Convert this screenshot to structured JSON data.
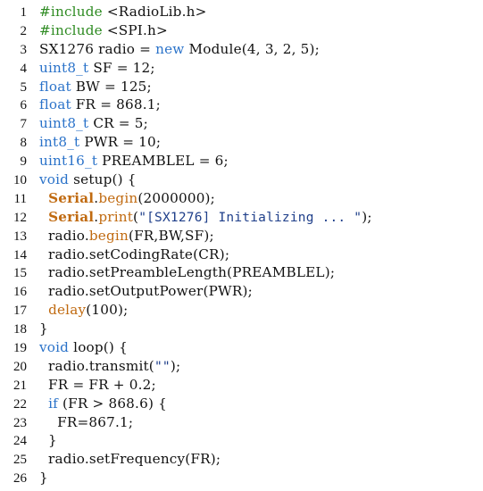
{
  "colors": {
    "preprocessor": "#2e8b22",
    "keyword": "#2a72c9",
    "function": "#c06a10",
    "string": "#1f3f8a",
    "text": "#111111"
  },
  "lines": [
    {
      "n": "1",
      "tokens": [
        {
          "t": "#include",
          "c": "pp"
        },
        {
          "t": " <RadioLib.h>",
          "c": "tx"
        }
      ]
    },
    {
      "n": "2",
      "tokens": [
        {
          "t": "#include",
          "c": "pp"
        },
        {
          "t": " <SPI.h>",
          "c": "tx"
        }
      ]
    },
    {
      "n": "3",
      "tokens": [
        {
          "t": "SX1276 radio = ",
          "c": "tx"
        },
        {
          "t": "new",
          "c": "kw"
        },
        {
          "t": " Module(4, 3, 2, 5);",
          "c": "tx"
        }
      ]
    },
    {
      "n": "4",
      "tokens": [
        {
          "t": "uint8_t",
          "c": "kw"
        },
        {
          "t": " SF = 12;",
          "c": "tx"
        }
      ]
    },
    {
      "n": "5",
      "tokens": [
        {
          "t": "float",
          "c": "kw"
        },
        {
          "t": " BW = 125;",
          "c": "tx"
        }
      ]
    },
    {
      "n": "6",
      "tokens": [
        {
          "t": "float",
          "c": "kw"
        },
        {
          "t": " FR = 868.1;",
          "c": "tx"
        }
      ]
    },
    {
      "n": "7",
      "tokens": [
        {
          "t": "uint8_t",
          "c": "kw"
        },
        {
          "t": " CR = 5;",
          "c": "tx"
        }
      ]
    },
    {
      "n": "8",
      "tokens": [
        {
          "t": "int8_t",
          "c": "kw"
        },
        {
          "t": " PWR = 10;",
          "c": "tx"
        }
      ]
    },
    {
      "n": "9",
      "tokens": [
        {
          "t": "uint16_t",
          "c": "kw"
        },
        {
          "t": " PREAMBLEL = 6;",
          "c": "tx"
        }
      ]
    },
    {
      "n": "10",
      "tokens": [
        {
          "t": "void",
          "c": "kw"
        },
        {
          "t": " setup() {",
          "c": "tx"
        }
      ]
    },
    {
      "n": "11",
      "tokens": [
        {
          "t": "  ",
          "c": "tx"
        },
        {
          "t": "Serial",
          "c": "fnb"
        },
        {
          "t": ".",
          "c": "tx"
        },
        {
          "t": "begin",
          "c": "fn"
        },
        {
          "t": "(2000000);",
          "c": "tx"
        }
      ]
    },
    {
      "n": "12",
      "tokens": [
        {
          "t": "  ",
          "c": "tx"
        },
        {
          "t": "Serial",
          "c": "fnb"
        },
        {
          "t": ".",
          "c": "tx"
        },
        {
          "t": "print",
          "c": "fn"
        },
        {
          "t": "(",
          "c": "tx"
        },
        {
          "t": "\"[SX1276] Initializing ... \"",
          "c": "str"
        },
        {
          "t": ");",
          "c": "tx"
        }
      ]
    },
    {
      "n": "13",
      "tokens": [
        {
          "t": "  radio.",
          "c": "tx"
        },
        {
          "t": "begin",
          "c": "fn"
        },
        {
          "t": "(FR,BW,SF);",
          "c": "tx"
        }
      ]
    },
    {
      "n": "14",
      "tokens": [
        {
          "t": "  radio.setCodingRate(CR);",
          "c": "tx"
        }
      ]
    },
    {
      "n": "15",
      "tokens": [
        {
          "t": "  radio.setPreambleLength(PREAMBLEL);",
          "c": "tx"
        }
      ]
    },
    {
      "n": "16",
      "tokens": [
        {
          "t": "  radio.setOutputPower(PWR);",
          "c": "tx"
        }
      ]
    },
    {
      "n": "17",
      "tokens": [
        {
          "t": "  ",
          "c": "tx"
        },
        {
          "t": "delay",
          "c": "fn"
        },
        {
          "t": "(100);",
          "c": "tx"
        }
      ]
    },
    {
      "n": "18",
      "tokens": [
        {
          "t": "}",
          "c": "tx"
        }
      ]
    },
    {
      "n": "19",
      "tokens": [
        {
          "t": "void",
          "c": "kw"
        },
        {
          "t": " loop() {",
          "c": "tx"
        }
      ]
    },
    {
      "n": "20",
      "tokens": [
        {
          "t": "  radio.transmit(",
          "c": "tx"
        },
        {
          "t": "\"\"",
          "c": "str"
        },
        {
          "t": ");",
          "c": "tx"
        }
      ]
    },
    {
      "n": "21",
      "tokens": [
        {
          "t": "  FR = FR + 0.2;",
          "c": "tx"
        }
      ]
    },
    {
      "n": "22",
      "tokens": [
        {
          "t": "  ",
          "c": "tx"
        },
        {
          "t": "if",
          "c": "kw"
        },
        {
          "t": " (FR > 868.6) {",
          "c": "tx"
        }
      ]
    },
    {
      "n": "23",
      "tokens": [
        {
          "t": "    FR=867.1;",
          "c": "tx"
        }
      ]
    },
    {
      "n": "24",
      "tokens": [
        {
          "t": "  }",
          "c": "tx"
        }
      ]
    },
    {
      "n": "25",
      "tokens": [
        {
          "t": "  radio.setFrequency(FR);",
          "c": "tx"
        }
      ]
    },
    {
      "n": "26",
      "tokens": [
        {
          "t": "}",
          "c": "tx"
        }
      ]
    }
  ]
}
